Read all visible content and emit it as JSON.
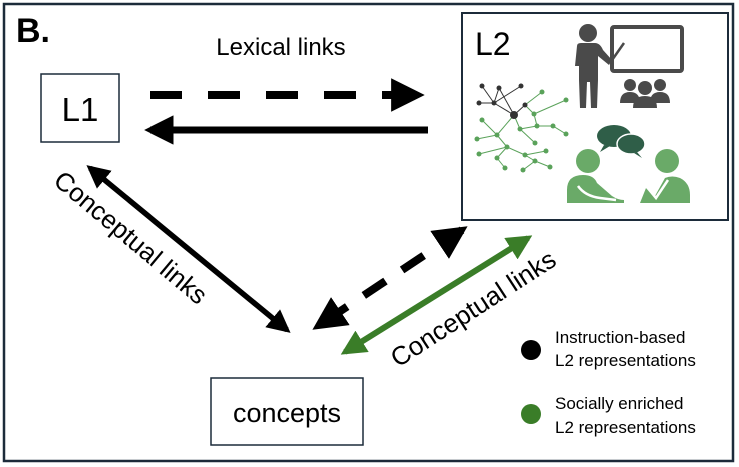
{
  "panel_label": "B.",
  "nodes": {
    "l1": "L1",
    "l2": "L2",
    "concepts": "concepts"
  },
  "links": {
    "lexical": "Lexical links",
    "conceptual_left": "Conceptual links",
    "conceptual_right": "Conceptual links"
  },
  "legend": [
    {
      "line1": "Instruction-based",
      "line2": "L2 representations",
      "color": "#000000"
    },
    {
      "line1": "Socially enriched",
      "line2": "L2 representations",
      "color": "#3a7d28"
    }
  ],
  "icons": {
    "classroom": "teacher-classroom-icon",
    "network": "semantic-network-icon",
    "conversation": "social-conversation-icon"
  },
  "colors": {
    "frame": "#1c2b3a",
    "arrow_black": "#000000",
    "arrow_green": "#3a7d28",
    "icon_gray": "#4a4a4a",
    "icon_green": "#6aaa68",
    "bubble_dark": "#2f5e48",
    "net_dark": "#333333",
    "net_green": "#5aa25a"
  }
}
